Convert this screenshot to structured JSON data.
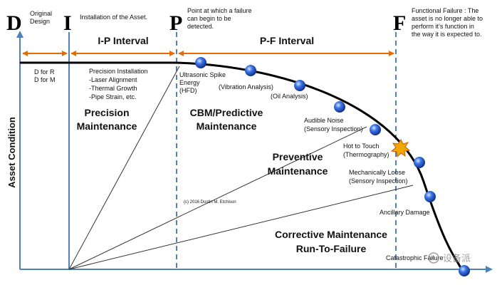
{
  "colors": {
    "axis": "#4f81bd",
    "interval": "#e36c09",
    "curve": "#000000",
    "marker": "#2a5fd6",
    "failure_burst": "#f0a800"
  },
  "milestones": {
    "d": {
      "letter": "D",
      "desc_line1": "Original",
      "desc_line2": "Design"
    },
    "i": {
      "letter": "I",
      "desc": "Installation of the Asset."
    },
    "p": {
      "letter": "P",
      "desc_line1": "Point at which a failure",
      "desc_line2": "can begin to be",
      "desc_line3": "detected."
    },
    "f": {
      "letter": "F",
      "desc_line1": "Functional Failure : The",
      "desc_line2": "asset is no longer able to",
      "desc_line3": "perform it’s function in",
      "desc_line4": "the way it is expected to."
    }
  },
  "intervals": {
    "ip": "I-P Interval",
    "pf": "P-F Interval"
  },
  "axis": {
    "y_label": "Asset Condition"
  },
  "design": {
    "line1": "D for R",
    "line2": "D for M"
  },
  "precision": {
    "heading": "Precision Installation",
    "item1": "-Laser Alignment",
    "item2": "-Thermal Growth",
    "item3": "-Pipe Strain, etc.",
    "title_line1": "Precision",
    "title_line2": "Maintenance"
  },
  "regions": {
    "cbm_line1": "CBM/Predictive",
    "cbm_line2": "Maintenance",
    "prev_line1": "Preventive",
    "prev_line2": "Maintenance",
    "corr_line1": "Corrective Maintenance",
    "corr_line2": "Run-To-Failure"
  },
  "techniques": {
    "ultrasonic_line1": "Ultrasonic Spike",
    "ultrasonic_line2": "Energy",
    "ultrasonic_line3": "(HFD)",
    "vibration": "(Vibration Analysis)",
    "oil": "(Oil Analysis)",
    "audible_line1": "Audible Noise",
    "audible_line2": "(Sensory Inspection)",
    "hot_line1": "Hot to Touch",
    "hot_line2": "(Thermography)",
    "loose_line1": "Mechanically Loose",
    "loose_line2": "(Sensory Inspection)",
    "ancillary": "Ancillary Damage",
    "catastrophic": "Catastrophic Failure"
  },
  "copyright": "(c) 2016 Dustin M. Etchison",
  "watermark": "设备派"
}
